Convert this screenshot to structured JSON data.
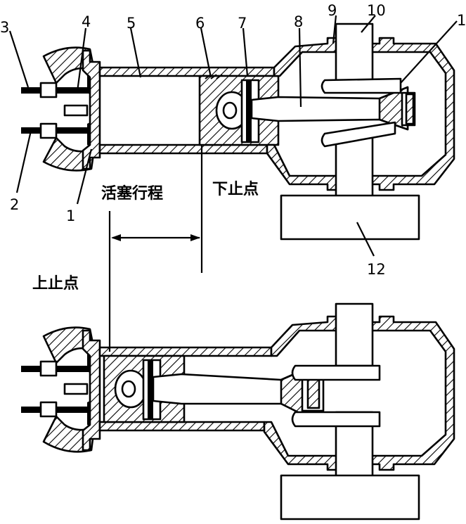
{
  "labels": {
    "n1_left": "1",
    "n1_right": "1",
    "n2": "2",
    "n3": "3",
    "n4": "4",
    "n5": "5",
    "n6": "6",
    "n7": "7",
    "n8": "8",
    "n9": "9",
    "n10": "10",
    "n12": "12",
    "stroke": "活塞行程",
    "bdc": "下止点",
    "tdc": "上止点"
  }
}
